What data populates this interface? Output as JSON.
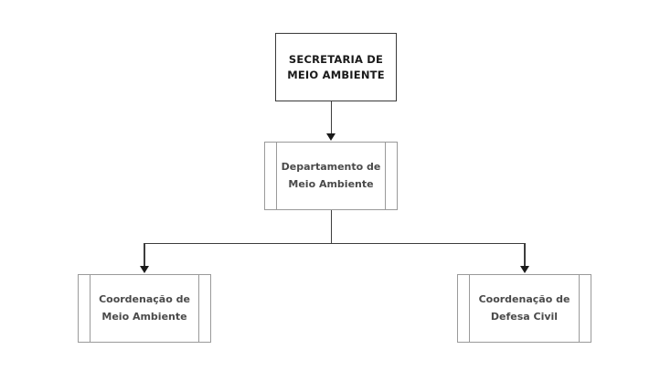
{
  "diagram": {
    "type": "organizational-chart",
    "title": "",
    "background_color": "#ffffff",
    "nodes": [
      {
        "id": "secretaria",
        "label": "SECRETARIA DE\nMEIO AMBIENTE",
        "line1": "SECRETARIA DE",
        "line2": "MEIO AMBIENTE",
        "level": 0,
        "shape": "rectangle",
        "border_color": "#3a3a3a",
        "fill_color": "#ffffff",
        "text_color": "#1a1a1a"
      },
      {
        "id": "departamento",
        "label": "Departamento de\nMeio Ambiente",
        "line1": "Departamento de",
        "line2": "Meio Ambiente",
        "level": 1,
        "shape": "process",
        "border_color": "#9a9a9a",
        "fill_color": "#ffffff",
        "text_color": "#4a4a4a"
      },
      {
        "id": "coord-meio-ambiente",
        "label": "Coordenação de\nMeio Ambiente",
        "line1": "Coordenação de",
        "line2": "Meio Ambiente",
        "level": 2,
        "shape": "process",
        "border_color": "#9a9a9a",
        "fill_color": "#ffffff",
        "text_color": "#4a4a4a"
      },
      {
        "id": "coord-defesa-civil",
        "label": "Coordenação de\nDefesa Civil",
        "line1": "Coordenação de",
        "line2": "Defesa Civil",
        "level": 2,
        "shape": "process",
        "border_color": "#9a9a9a",
        "fill_color": "#ffffff",
        "text_color": "#4a4a4a"
      }
    ],
    "edges": [
      {
        "from": "secretaria",
        "to": "departamento",
        "style": "straight-arrow",
        "color": "#3d3d3d"
      },
      {
        "from": "departamento",
        "to": "coord-meio-ambiente",
        "style": "elbow-arrow",
        "color": "#3d3d3d"
      },
      {
        "from": "departamento",
        "to": "coord-defesa-civil",
        "style": "elbow-arrow",
        "color": "#3d3d3d"
      }
    ]
  }
}
